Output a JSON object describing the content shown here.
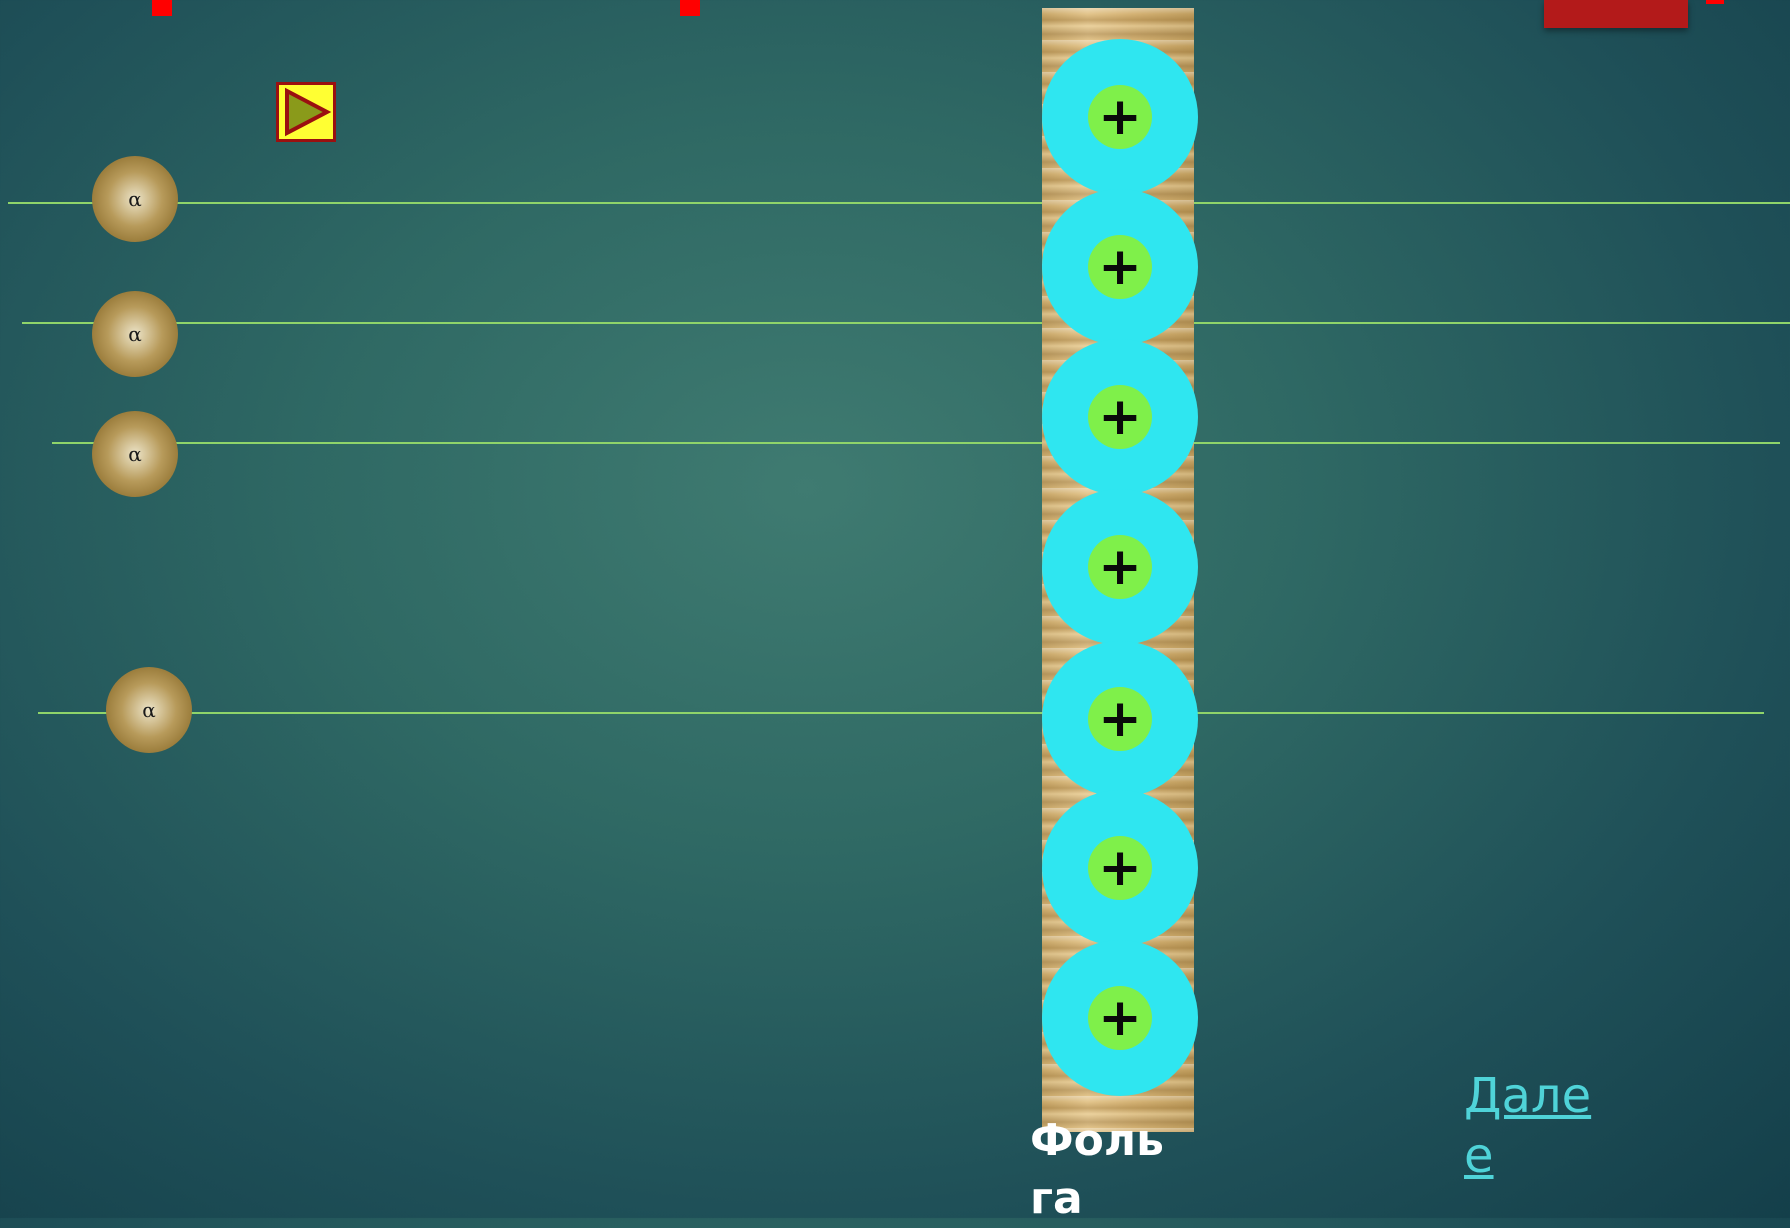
{
  "particles": [
    {
      "symbol": "α"
    },
    {
      "symbol": "α"
    },
    {
      "symbol": "α"
    },
    {
      "symbol": "α"
    }
  ],
  "nuclei": [
    {
      "symbol": "+"
    },
    {
      "symbol": "+"
    },
    {
      "symbol": "+"
    },
    {
      "symbol": "+"
    },
    {
      "symbol": "+"
    },
    {
      "symbol": "+"
    },
    {
      "symbol": "+"
    }
  ],
  "foil": {
    "label": "Фольга"
  },
  "navigation": {
    "next_label": "Далее"
  },
  "colors": {
    "background": "#2f6964",
    "trace": "#8fd46a",
    "nucleus_outer": "#2fe6f0",
    "nucleus_core": "#7ff04a",
    "play_button": "#ffff33",
    "link": "#4fd3d8"
  },
  "icons": {
    "play": "play-icon"
  }
}
